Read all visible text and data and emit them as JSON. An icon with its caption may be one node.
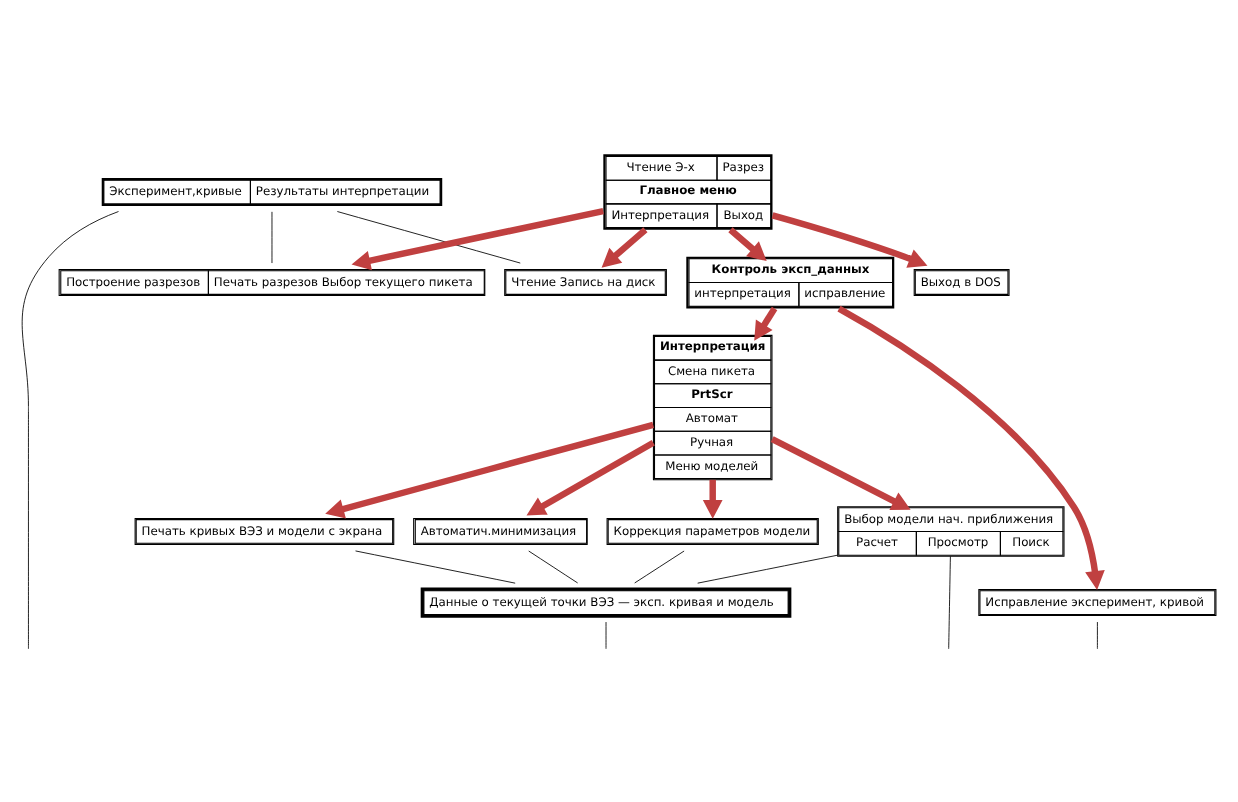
{
  "diagram": {
    "nodes": [
      {
        "text": [
          "Эксперимент,кривые",
          "Результаты интерпретации"
        ]
      },
      {
        "text": [
          "Чтение Запись на диск"
        ]
      },
      {
        "text": [
          "Построение разрезов",
          "Печать разрезов Выбор текущего пикета"
        ]
      },
      {
        "text": [
          "Чтение Э-х",
          "Разрез",
          "Главное меню",
          "Интерпретация",
          "Выход"
        ]
      },
      {
        "text": [
          "Выход в DOS"
        ]
      },
      {
        "text": [
          "Контроль эксп_данных",
          "интерпретация",
          "исправление"
        ]
      },
      {
        "text": [
          "Исправление эксперимент, кривой"
        ]
      },
      {
        "text": [
          "Интерпретация",
          "Смена пикета",
          "PrtScr",
          "Автомат",
          "Ручная",
          "Меню моделей"
        ]
      },
      {
        "text": [
          "Печать кривых ВЭЗ и модели с экрана"
        ]
      },
      {
        "text": [
          "Автоматич.минимизация"
        ]
      },
      {
        "text": [
          "Коррекция параметров модели"
        ]
      },
      {
        "text": [
          "Выбор модели нач. приближения",
          "Расчет",
          "Просмотр",
          "Поиск"
        ]
      },
      {
        "text": [
          "Данные о текущей точки ВЭЗ — эксп. кривая и модель"
        ]
      }
    ],
    "edges": [
      {
        "from": 0,
        "to": 1,
        "arrow": "none",
        "color": "#000000"
      },
      {
        "from": 0,
        "to": 2,
        "arrow": "none",
        "color": "#000000"
      },
      {
        "from": 0,
        "to": null,
        "arrow": "none",
        "color": "#000000"
      },
      {
        "from": 3,
        "to": 1,
        "arrow": "to",
        "style": "thick",
        "color": "#c04040"
      },
      {
        "from": 3,
        "to": 2,
        "arrow": "to",
        "style": "thick",
        "color": "#c04040"
      },
      {
        "from": 3,
        "to": 4,
        "arrow": "to",
        "style": "thick",
        "color": "#c04040"
      },
      {
        "from": 3,
        "to": 5,
        "arrow": "to",
        "style": "thick",
        "color": "#c04040"
      },
      {
        "from": 5,
        "to": 7,
        "arrow": "to",
        "style": "thick",
        "color": "#c04040"
      },
      {
        "from": 5,
        "to": 6,
        "arrow": "to",
        "style": "thick",
        "color": "#c04040"
      },
      {
        "from": 6,
        "to": null,
        "arrow": "none",
        "color": "#000000"
      },
      {
        "from": 7,
        "to": 8,
        "arrow": "to",
        "style": "thick",
        "color": "#c04040"
      },
      {
        "from": 7,
        "to": 9,
        "arrow": "to",
        "style": "thick",
        "color": "#c04040"
      },
      {
        "from": 7,
        "to": 10,
        "arrow": "to",
        "style": "thick",
        "color": "#c04040"
      },
      {
        "from": 7,
        "to": 11,
        "arrow": "to",
        "style": "thick",
        "color": "#c04040"
      },
      {
        "from": 8,
        "to": 12,
        "arrow": "none",
        "color": "#000000"
      },
      {
        "from": 9,
        "to": 12,
        "arrow": "none",
        "color": "#000000"
      },
      {
        "from": 10,
        "to": 12,
        "arrow": "none",
        "color": "#000000"
      },
      {
        "from": 11,
        "to": 12,
        "arrow": "none",
        "color": "#000000"
      },
      {
        "from": 12,
        "to": null,
        "arrow": "none",
        "color": "#000000"
      },
      {
        "from": 11,
        "to": null,
        "arrow": "none",
        "color": "#000000"
      }
    ]
  }
}
